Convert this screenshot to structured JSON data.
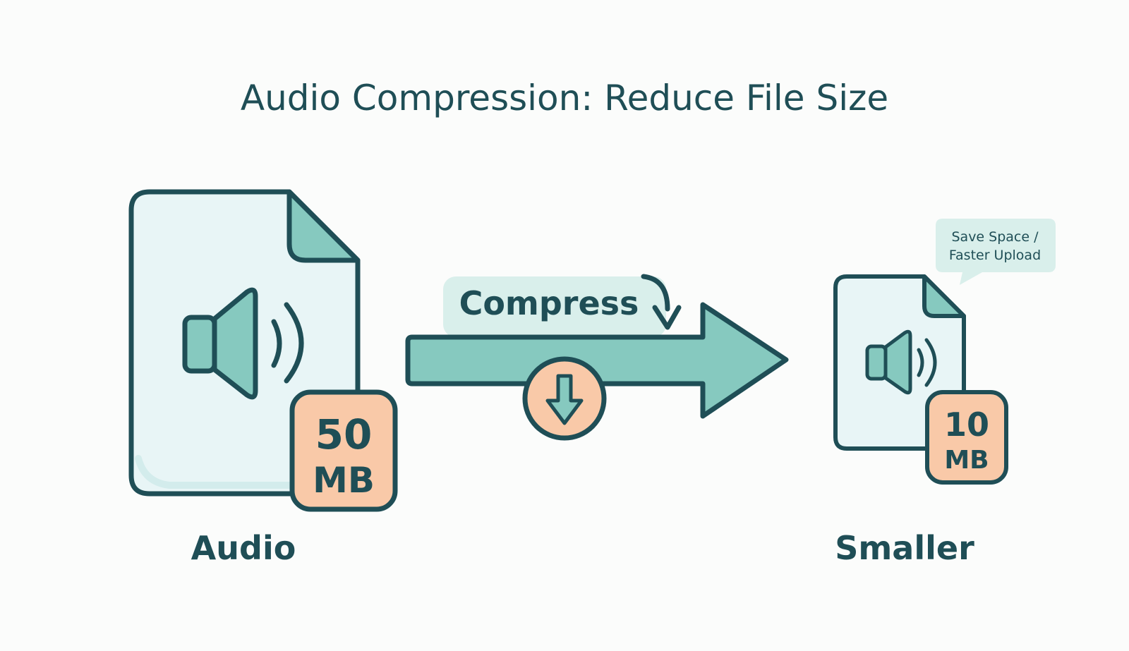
{
  "title": "Audio Compression: Reduce File Size",
  "source": {
    "label": "Audio",
    "size_value": "50",
    "size_unit": "MB",
    "icon": "speaker-icon"
  },
  "process": {
    "label": "Compress",
    "icon": "down-arrow-icon"
  },
  "result": {
    "label": "Smaller",
    "size_value": "10",
    "size_unit": "MB",
    "icon": "speaker-icon",
    "callout_line1": "Save Space /",
    "callout_line2": "Faster Upload"
  },
  "colors": {
    "outline": "#1f4e56",
    "teal": "#86c9bf",
    "file_fill": "#e8f5f6",
    "badge_fill": "#f9c9a8",
    "label_fill": "#d9efeb"
  }
}
